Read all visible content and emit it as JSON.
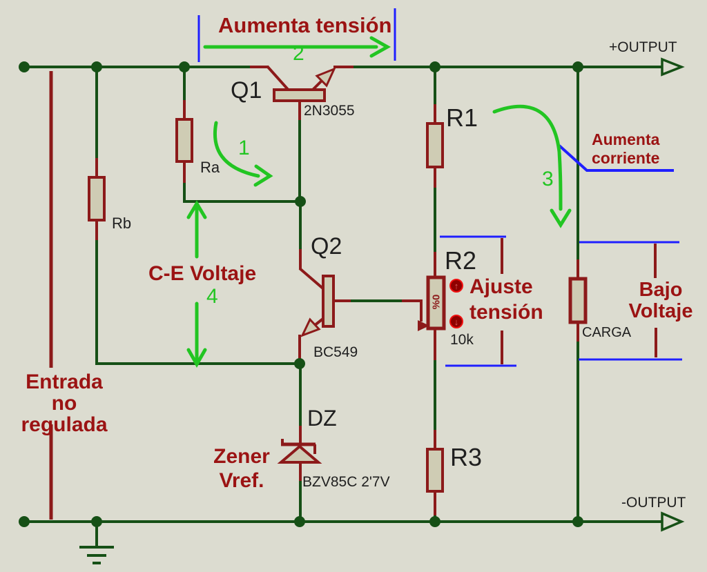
{
  "colors": {
    "background": "#dcdcd0",
    "wire_green": "#165016",
    "component_maroon": "#8c1a1a",
    "component_fill": "#cfccb4",
    "arrow_green": "#22c522",
    "marker_blue": "#1f1fff",
    "annotation_red": "#9b1313",
    "label_black": "#1f1f1f"
  },
  "terminals": {
    "positive": "+OUTPUT",
    "negative": "-OUTPUT"
  },
  "components": {
    "q1": {
      "ref": "Q1",
      "part": "2N3055"
    },
    "q2": {
      "ref": "Q2",
      "part": "BC549"
    },
    "dz": {
      "ref": "DZ",
      "part": "BZV85C 2'7V"
    },
    "ra": {
      "ref": "Ra"
    },
    "rb": {
      "ref": "Rb"
    },
    "r1": {
      "ref": "R1"
    },
    "r2": {
      "ref": "R2",
      "value": "10k",
      "wiper_readout": "%0"
    },
    "r3": {
      "ref": "R3"
    },
    "load": {
      "ref": "CARGA"
    }
  },
  "annotations": {
    "steps": {
      "s1": "1",
      "s2": "2",
      "s3": "3",
      "s4": "4"
    },
    "aumenta_tension": "Aumenta tensión",
    "aumenta_corriente": {
      "line1": "Aumenta",
      "line2": "corriente"
    },
    "ce_voltaje": "C-E Voltaje",
    "entrada": {
      "line1": "Entrada",
      "line2": "no regulada"
    },
    "zener": {
      "line1": "Zener",
      "line2": "Vref."
    },
    "ajuste": {
      "line1": "Ajuste",
      "line2": "tensión"
    },
    "bajo": {
      "line1": "Bajo",
      "line2": "Voltaje"
    }
  },
  "pot_controls": {
    "up_icon": "↑",
    "down_icon": "↓"
  }
}
